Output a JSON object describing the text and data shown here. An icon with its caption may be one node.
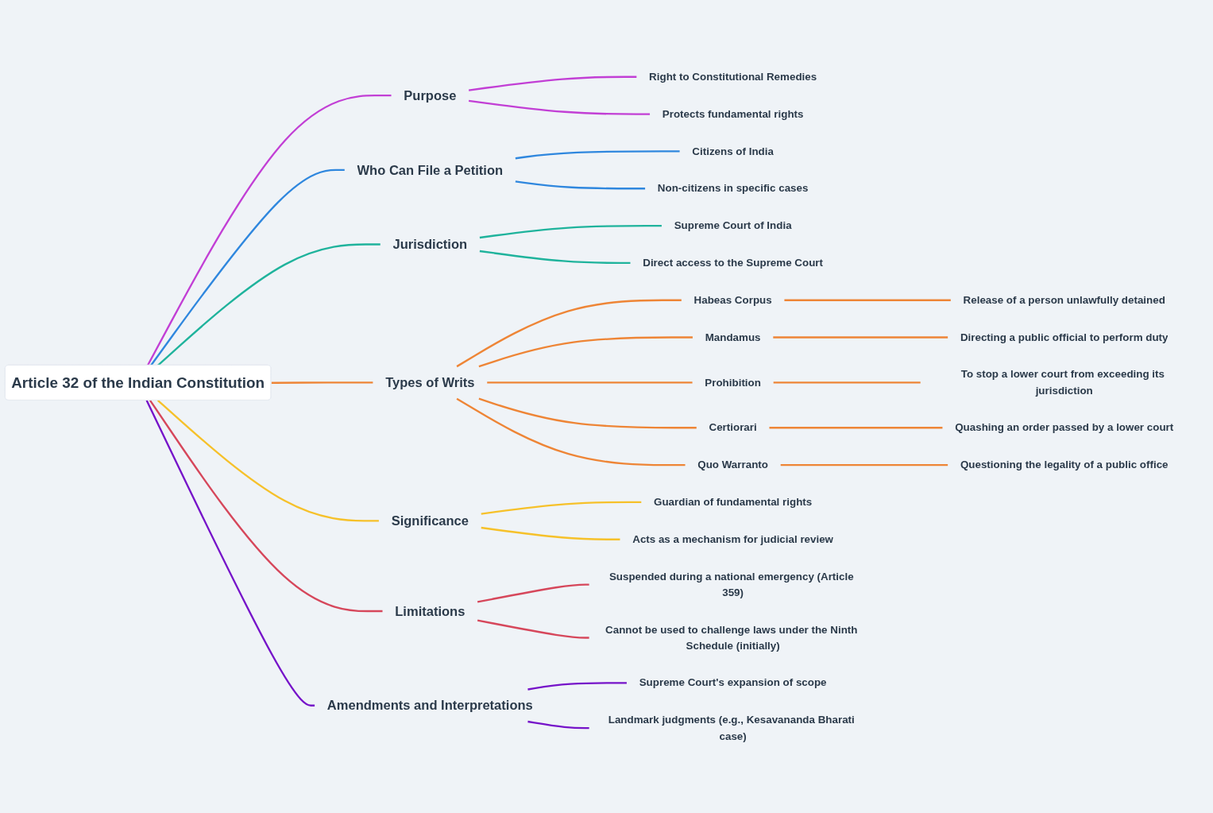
{
  "diagram": {
    "nodes": [
      {
        "text": [
          "Article 32 of the Indian Constitution"
        ]
      },
      {
        "text": [
          "Purpose"
        ]
      },
      {
        "text": [
          "Right to Constitutional Remedies"
        ]
      },
      {
        "text": [
          "Protects fundamental rights"
        ]
      },
      {
        "text": [
          "Who Can File a Petition"
        ]
      },
      {
        "text": [
          "Citizens of India"
        ]
      },
      {
        "text": [
          "Non-citizens in specific cases"
        ]
      },
      {
        "text": [
          "Jurisdiction"
        ]
      },
      {
        "text": [
          "Supreme Court of India"
        ]
      },
      {
        "text": [
          "Direct access to the Supreme Court"
        ]
      },
      {
        "text": [
          "Types of Writs"
        ]
      },
      {
        "text": [
          "Habeas Corpus"
        ]
      },
      {
        "text": [
          "Release of a person unlawfully detained"
        ]
      },
      {
        "text": [
          "Mandamus"
        ]
      },
      {
        "text": [
          "Directing a public official to perform duty"
        ]
      },
      {
        "text": [
          "Prohibition"
        ]
      },
      {
        "text": [
          "To stop a lower court from exceeding its jurisdiction"
        ]
      },
      {
        "text": [
          "Certiorari"
        ]
      },
      {
        "text": [
          "Quashing an order passed by a lower court"
        ]
      },
      {
        "text": [
          "Quo Warranto"
        ]
      },
      {
        "text": [
          "Questioning the legality of a public office"
        ]
      },
      {
        "text": [
          "Significance"
        ]
      },
      {
        "text": [
          "Guardian of fundamental rights"
        ]
      },
      {
        "text": [
          "Acts as a mechanism for judicial review"
        ]
      },
      {
        "text": [
          "Limitations"
        ]
      },
      {
        "text": [
          "Suspended during a national emergency (Article 359)"
        ]
      },
      {
        "text": [
          "Cannot be used to challenge laws under the Ninth Schedule (initially)"
        ]
      },
      {
        "text": [
          "Amendments and Interpretations"
        ]
      },
      {
        "text": [
          "Supreme Court's expansion of scope"
        ]
      },
      {
        "text": [
          "Landmark judgments (e.g., Kesavananda Bharati case)"
        ]
      }
    ],
    "edges": [
      {
        "from": 0,
        "to": 1,
        "arrow": "none",
        "color": "#c23fd5"
      },
      {
        "from": 1,
        "to": 2,
        "arrow": "none",
        "color": "#c23fd5"
      },
      {
        "from": 1,
        "to": 3,
        "arrow": "none",
        "color": "#c23fd5"
      },
      {
        "from": 0,
        "to": 4,
        "arrow": "none",
        "color": "#2f87de"
      },
      {
        "from": 4,
        "to": 5,
        "arrow": "none",
        "color": "#2f87de"
      },
      {
        "from": 4,
        "to": 6,
        "arrow": "none",
        "color": "#2f87de"
      },
      {
        "from": 0,
        "to": 7,
        "arrow": "none",
        "color": "#1fb39c"
      },
      {
        "from": 7,
        "to": 8,
        "arrow": "none",
        "color": "#1fb39c"
      },
      {
        "from": 7,
        "to": 9,
        "arrow": "none",
        "color": "#1fb39c"
      },
      {
        "from": 0,
        "to": 10,
        "arrow": "none",
        "color": "#ee8536"
      },
      {
        "from": 10,
        "to": 11,
        "arrow": "none",
        "color": "#ee8536"
      },
      {
        "from": 11,
        "to": 12,
        "arrow": "none",
        "color": "#ee8536"
      },
      {
        "from": 10,
        "to": 13,
        "arrow": "none",
        "color": "#ee8536"
      },
      {
        "from": 13,
        "to": 14,
        "arrow": "none",
        "color": "#ee8536"
      },
      {
        "from": 10,
        "to": 15,
        "arrow": "none",
        "color": "#ee8536"
      },
      {
        "from": 15,
        "to": 16,
        "arrow": "none",
        "color": "#ee8536"
      },
      {
        "from": 10,
        "to": 17,
        "arrow": "none",
        "color": "#ee8536"
      },
      {
        "from": 17,
        "to": 18,
        "arrow": "none",
        "color": "#ee8536"
      },
      {
        "from": 10,
        "to": 19,
        "arrow": "none",
        "color": "#ee8536"
      },
      {
        "from": 19,
        "to": 20,
        "arrow": "none",
        "color": "#ee8536"
      },
      {
        "from": 0,
        "to": 21,
        "arrow": "none",
        "color": "#f6c12a"
      },
      {
        "from": 21,
        "to": 22,
        "arrow": "none",
        "color": "#f6c12a"
      },
      {
        "from": 21,
        "to": 23,
        "arrow": "none",
        "color": "#f6c12a"
      },
      {
        "from": 0,
        "to": 24,
        "arrow": "none",
        "color": "#d6475b"
      },
      {
        "from": 24,
        "to": 25,
        "arrow": "none",
        "color": "#d6475b"
      },
      {
        "from": 24,
        "to": 26,
        "arrow": "none",
        "color": "#d6475b"
      },
      {
        "from": 0,
        "to": 27,
        "arrow": "none",
        "color": "#7613c9"
      },
      {
        "from": 27,
        "to": 28,
        "arrow": "none",
        "color": "#7613c9"
      },
      {
        "from": 27,
        "to": 29,
        "arrow": "none",
        "color": "#7613c9"
      }
    ]
  }
}
